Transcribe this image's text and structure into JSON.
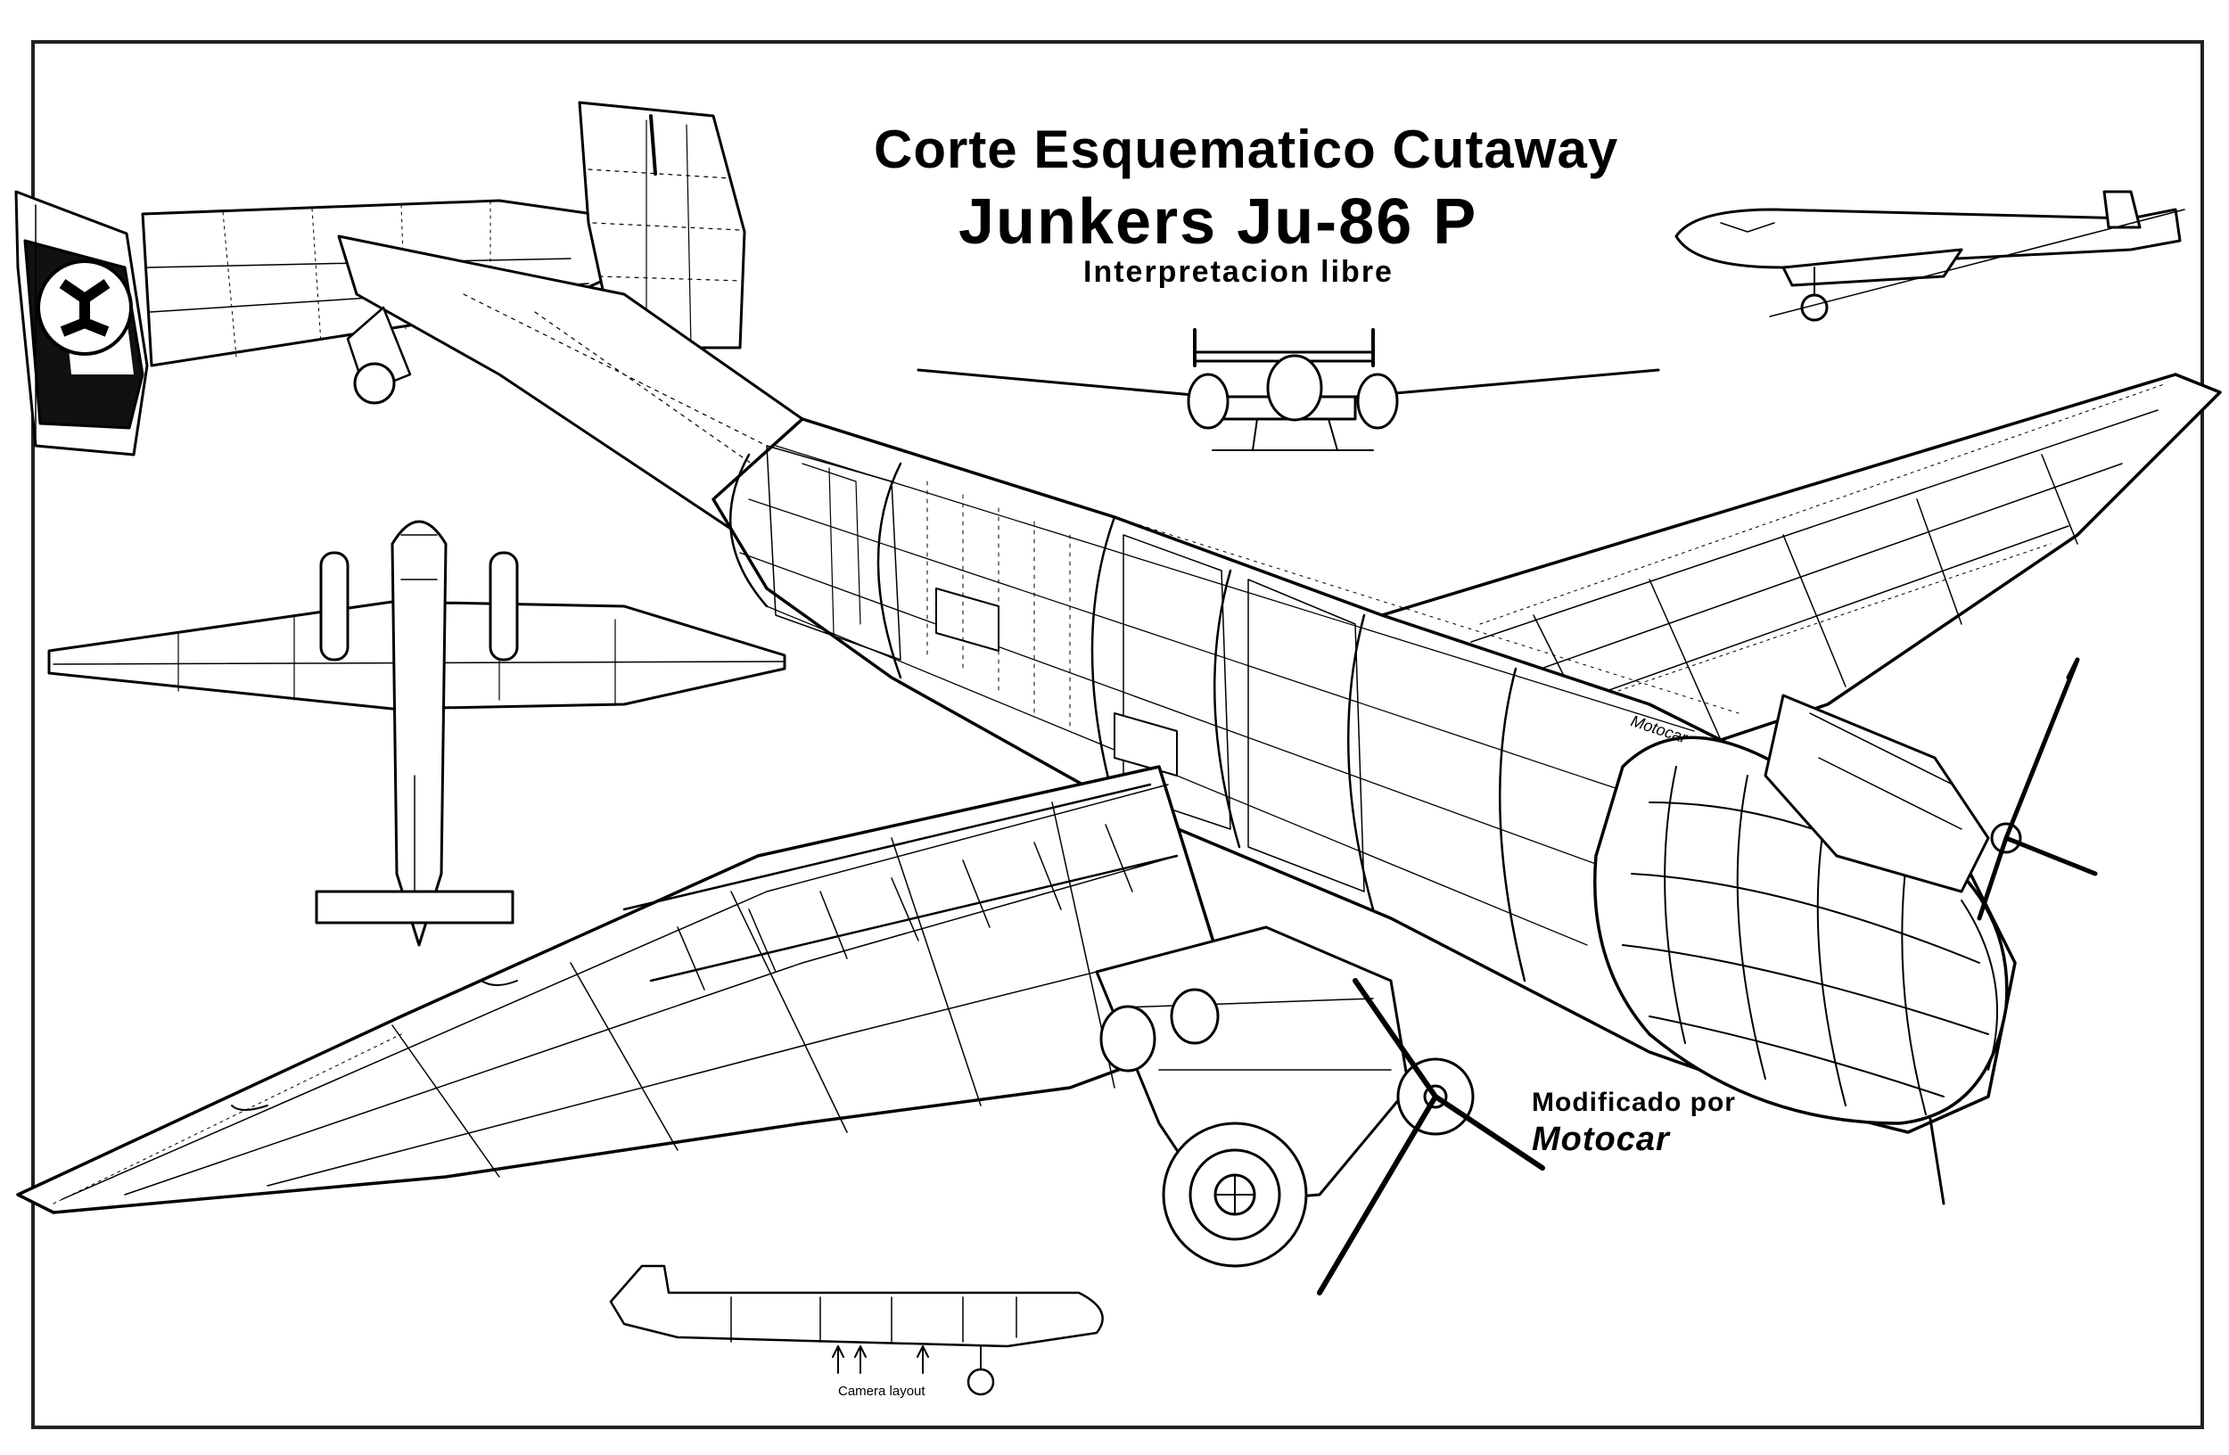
{
  "title": "Corte Esquematico Cutaway",
  "aircraft": "Junkers Ju-86 P",
  "subtitle": "Interpretacion libre",
  "credit_prefix": "Modificado por",
  "credit_name": "Motocar",
  "fuselage_signature": "Motocar",
  "side_view_caption": "Camera layout",
  "line_color": "#000000",
  "background_color": "#ffffff"
}
